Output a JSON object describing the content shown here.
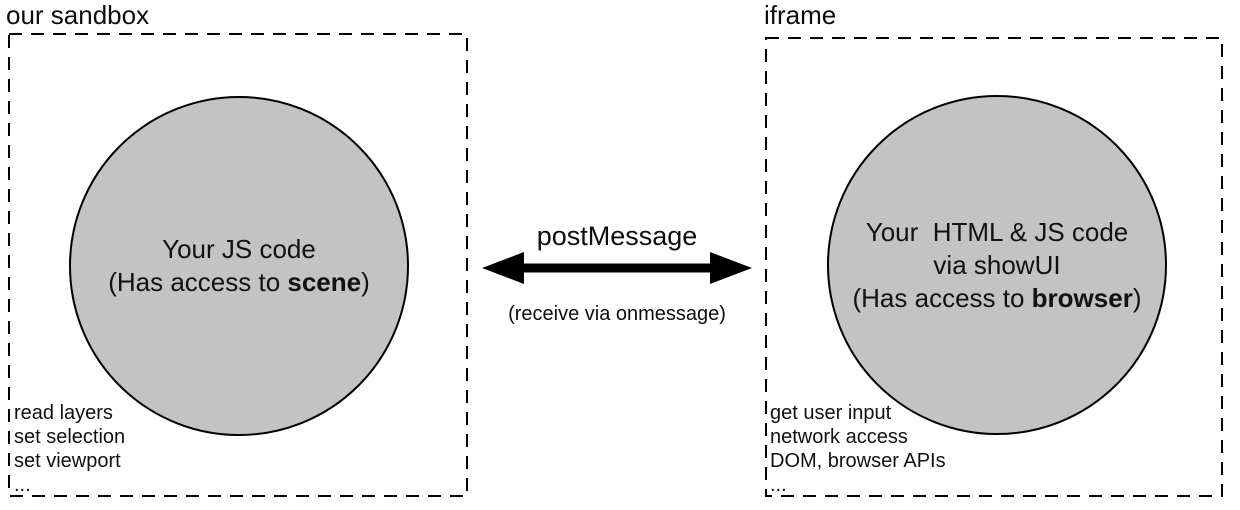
{
  "left_panel": {
    "title": "our sandbox",
    "circle": {
      "line1": "Your JS code",
      "line2_prefix": "(Has access to ",
      "line2_bold": "scene",
      "line2_suffix": ")"
    },
    "capabilities": [
      "read layers",
      "set selection",
      "set viewport",
      "..."
    ]
  },
  "connector": {
    "label": "postMessage",
    "sublabel": "(receive via onmessage)",
    "arrow_icon": "double-headed-arrow"
  },
  "right_panel": {
    "title": "iframe",
    "circle": {
      "line1": "Your  HTML & JS code",
      "line2": "via showUI",
      "line3_prefix": "(Has access to ",
      "line3_bold": "browser",
      "line3_suffix": ")"
    },
    "capabilities": [
      "get user input",
      "network access",
      "DOM, browser APIs",
      "..."
    ]
  },
  "colors": {
    "background": "#ffffff",
    "circle_fill": "#c3c3c3",
    "stroke": "#000000",
    "text": "#111111"
  }
}
